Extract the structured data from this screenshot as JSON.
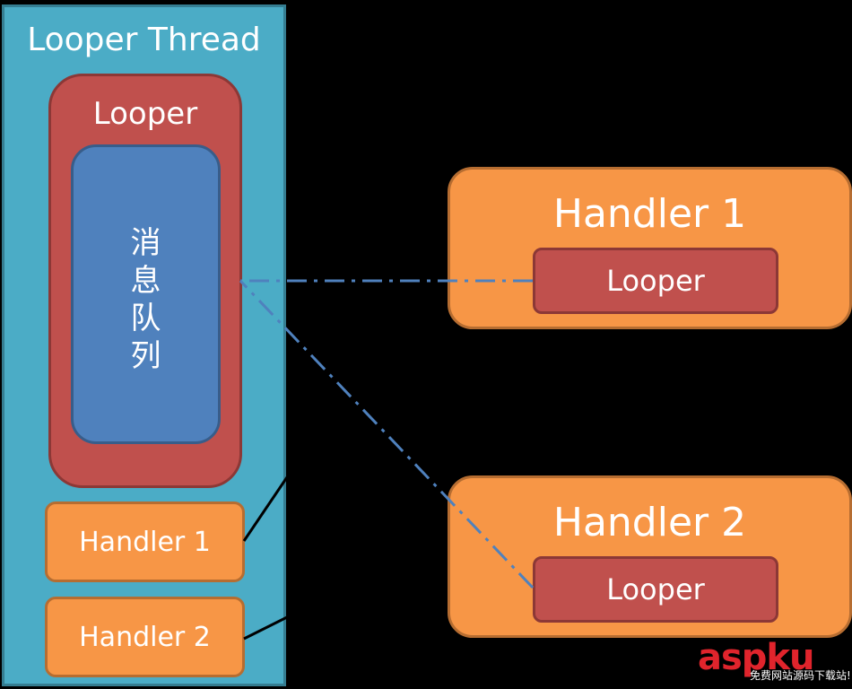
{
  "thread": {
    "title": "Looper Thread"
  },
  "looper": {
    "title": "Looper"
  },
  "message_queue": {
    "label": "消息队列"
  },
  "thread_handlers": [
    {
      "label": "Handler 1"
    },
    {
      "label": "Handler 2"
    }
  ],
  "external_handlers": [
    {
      "title": "Handler 1",
      "looper_label": "Looper"
    },
    {
      "title": "Handler 2",
      "looper_label": "Looper"
    }
  ],
  "watermark": {
    "main": "aspku",
    "sub": "免费网站源码下载站!"
  },
  "colors": {
    "background": "#000000",
    "thread": "#4bacc6",
    "looper": "#c0504d",
    "queue": "#4f81bd",
    "handler": "#f79646",
    "connector": "#4f81bd",
    "watermark": "#e0242c"
  }
}
